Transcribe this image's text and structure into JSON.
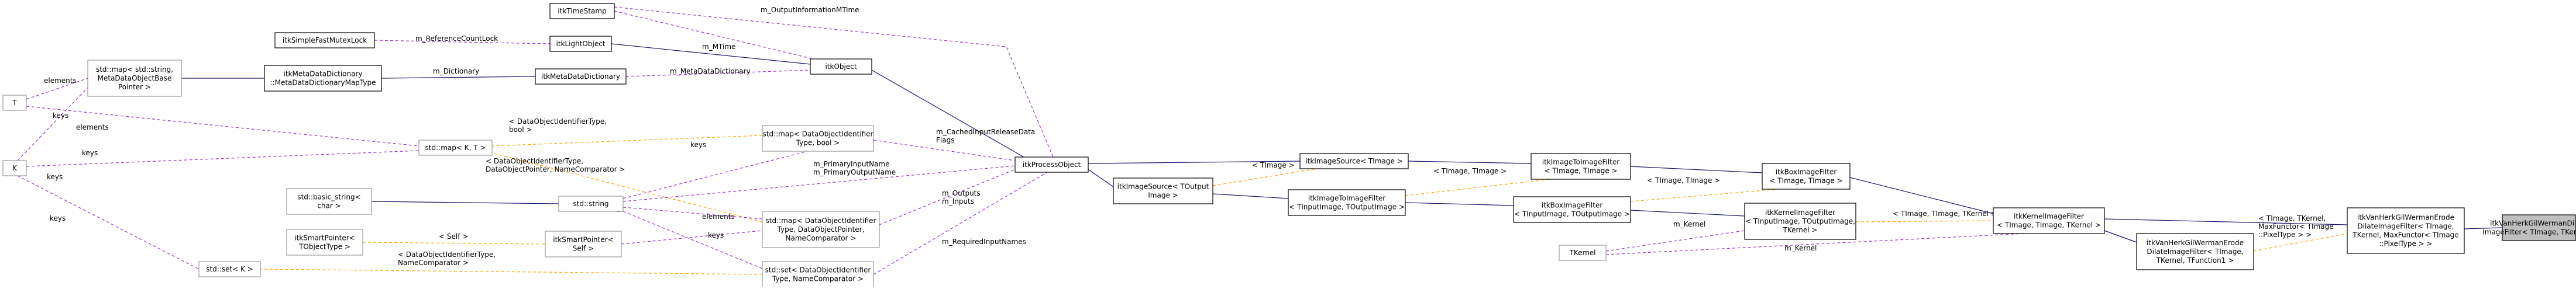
{
  "diagram": {
    "nodes": [
      {
        "id": "TimeStamp",
        "lines": [
          "itkTimeStamp"
        ]
      },
      {
        "id": "SimpleFastMutexLock",
        "lines": [
          "itkSimpleFastMutexLock"
        ]
      },
      {
        "id": "LightObject",
        "lines": [
          "itkLightObject"
        ]
      },
      {
        "id": "MetaDataDictionary",
        "lines": [
          "itkMetaDataDictionary"
        ]
      },
      {
        "id": "Object",
        "lines": [
          "itkObject"
        ]
      },
      {
        "id": "MapStringMeta",
        "lines": [
          "std::map< std::string,",
          "MetaDataObjectBase",
          "Pointer >"
        ]
      },
      {
        "id": "MetaDictionaryMapType",
        "lines": [
          "itkMetaDataDictionary",
          "::MetaDataDictionaryMapType"
        ]
      },
      {
        "id": "T",
        "lines": [
          "T"
        ]
      },
      {
        "id": "K",
        "lines": [
          "K"
        ]
      },
      {
        "id": "MapKT",
        "lines": [
          "std::map< K, T >"
        ]
      },
      {
        "id": "MapDataObjectBool",
        "lines": [
          "std::map< DataObjectIdentifier",
          "Type, bool >"
        ]
      },
      {
        "id": "ProcessObject",
        "lines": [
          "itkProcessObject"
        ]
      },
      {
        "id": "BasicString",
        "lines": [
          "std::basic_string<",
          "char >"
        ]
      },
      {
        "id": "String",
        "lines": [
          "std::string"
        ]
      },
      {
        "id": "MapDataObjectPointer",
        "lines": [
          "std::map< DataObjectIdentifier",
          "Type, DataObjectPointer,",
          "NameComparator >"
        ]
      },
      {
        "id": "SmartPointerT",
        "lines": [
          "itkSmartPointer<",
          "TObjectType >"
        ]
      },
      {
        "id": "SmartPointerSelf",
        "lines": [
          "itkSmartPointer<",
          "Self >"
        ]
      },
      {
        "id": "SetK",
        "lines": [
          "std::set< K >"
        ]
      },
      {
        "id": "SetDataObject",
        "lines": [
          "std::set< DataObjectIdentifier",
          "Type, NameComparator >"
        ]
      },
      {
        "id": "ImageSourceT",
        "lines": [
          "itkImageSource< TImage >"
        ]
      },
      {
        "id": "ImageSourceOutput",
        "lines": [
          "itkImageSource< TOutput",
          "Image >"
        ]
      },
      {
        "id": "ImageToImageFilterTT",
        "lines": [
          "itkImageToImageFilter",
          "< TImage, TImage >"
        ]
      },
      {
        "id": "ImageToImageFilterIO",
        "lines": [
          "itkImageToImageFilter",
          "< TInputImage, TOutputImage >"
        ]
      },
      {
        "id": "BoxImageFilterTT",
        "lines": [
          "itkBoxImageFilter",
          "< TImage, TImage >"
        ]
      },
      {
        "id": "BoxImageFilterIO",
        "lines": [
          "itkBoxImageFilter",
          "< TInputImage, TOutputImage >"
        ]
      },
      {
        "id": "KernelImageFilterGeneric",
        "lines": [
          "itkKernelImageFilter",
          "< TInputImage, TOutputImage,",
          "TKernel >"
        ]
      },
      {
        "id": "TKernel",
        "lines": [
          "TKernel"
        ]
      },
      {
        "id": "KernelImageFilterTTK",
        "lines": [
          "itkKernelImageFilter",
          "< TImage, TImage, TKernel >"
        ]
      },
      {
        "id": "VanHerkGilWermanErodeDilateGeneric",
        "lines": [
          "itkVanHerkGilWermanErode",
          "DilateImageFilter< TImage,",
          "TKernel, TFunction1 >"
        ]
      },
      {
        "id": "VanHerkGilWermanErodeDilate",
        "lines": [
          "itkVanHerkGilWermanErode",
          "DilateImageFilter< TImage,",
          "TKernel, MaxFunctor< TImage",
          "::PixelType > >"
        ]
      },
      {
        "id": "VanHerkGilWermanDilate",
        "lines": [
          "itkVanHerkGilWermanDilate",
          "ImageFilter< TImage, TKernel >"
        ]
      }
    ],
    "edge_labels": {
      "output_info_mtime": "m_OutputInformationMTime",
      "reference_count_lock": "m_ReferenceCountLock",
      "mtime": "m_MTime",
      "dictionary_1": "m_Dictionary",
      "dictionary_2": "m_MetaDataDictionary",
      "elements_1": "elements",
      "keys_1": "keys",
      "elements_2": "elements",
      "keys_2": "keys",
      "map_args_1": "< DataObjectIdentifierType,\nbool >",
      "map_args_2": "< DataObjectIdentifierType,\nDataObjectPointer, NameComparator >",
      "keys_3": "keys",
      "cached_input": "m_CachedInputReleaseData\nFlags",
      "primary_names": "m_PrimaryInputName\nm_PrimaryOutputName",
      "keys_4": "keys",
      "outputs_inputs": "m_Outputs\nm_Inputs",
      "elements_3": "elements",
      "self_args": "< Self >",
      "keys_5": "keys",
      "set_args": "< DataObjectIdentifierType,\nNameComparator >",
      "required_input": "m_RequiredInputNames",
      "keys_6": "keys",
      "timage_1": "< TImage >",
      "timage_timage_1": "< TImage, TImage >",
      "timage_timage_2": "< TImage, TImage >",
      "kernel_1": "m_Kernel",
      "timage_tkernel": "< TImage, TImage, TKernel >",
      "kernel_2": "m_Kernel",
      "maxfunctor_args": "< TImage, TKernel,\nMaxFunctor< TImage\n::PixelType > >"
    }
  }
}
